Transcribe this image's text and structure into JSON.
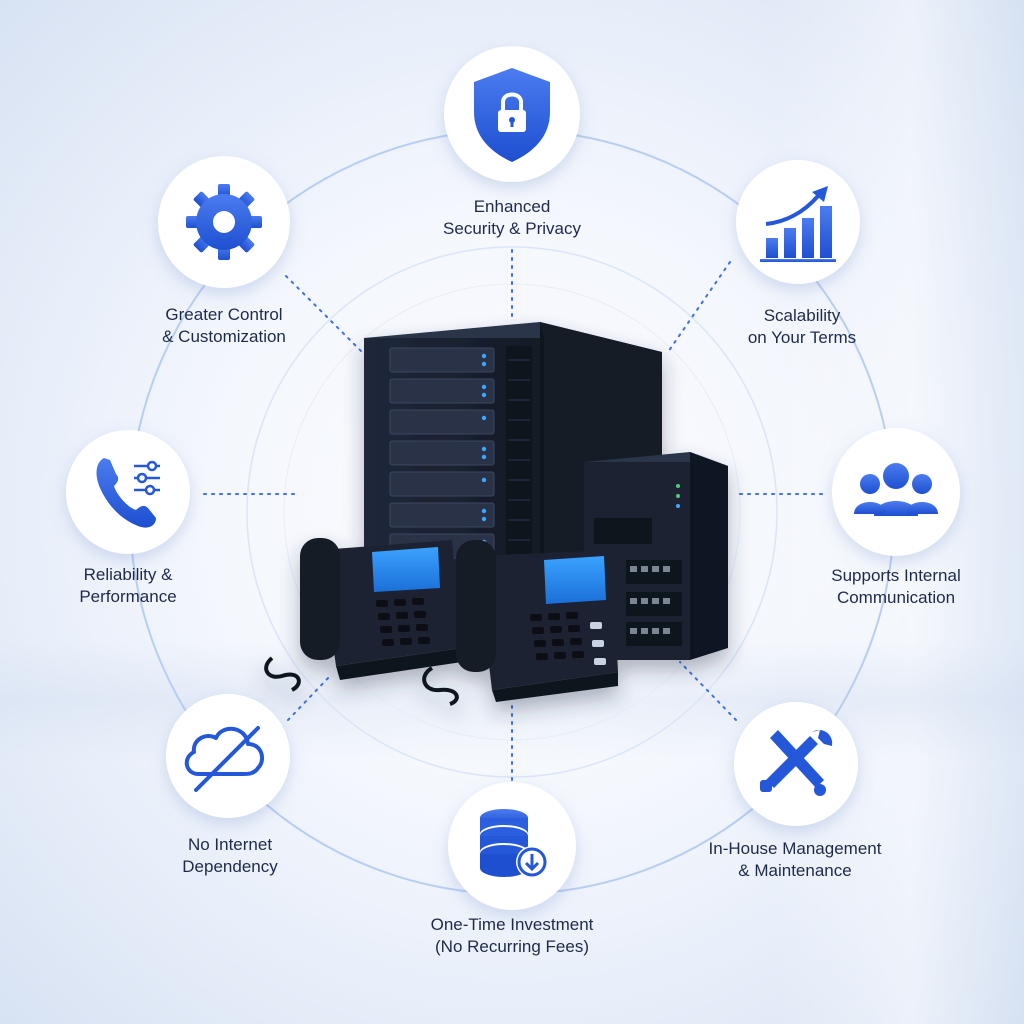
{
  "colors": {
    "accent": "#2458d8",
    "accent_light": "#4b7cf0",
    "ring": "#b8cdf2",
    "label": "#1f2a4a",
    "device": "#1a2130"
  },
  "benefits": [
    {
      "id": "security",
      "icon": "shield-lock-icon",
      "line1": "Enhanced",
      "line2": "Security & Privacy"
    },
    {
      "id": "scalability",
      "icon": "growth-chart-icon",
      "line1": "Scalability",
      "line2": "on Your Terms"
    },
    {
      "id": "internal-communication",
      "icon": "people-group-icon",
      "line1": "Supports Internal",
      "line2": "Communication"
    },
    {
      "id": "in-house-management",
      "icon": "tools-icon",
      "line1": "In-House Management",
      "line2": "& Maintenance"
    },
    {
      "id": "one-time-investment",
      "icon": "database-download-icon",
      "line1": "One-Time Investment",
      "line2": "(No Recurring Fees)"
    },
    {
      "id": "no-internet",
      "icon": "cloud-off-icon",
      "line1": "No Internet",
      "line2": "Dependency"
    },
    {
      "id": "reliability",
      "icon": "phone-settings-icon",
      "line1": "Reliability &",
      "line2": "Performance"
    },
    {
      "id": "control",
      "icon": "gear-icon",
      "line1": "Greater Control",
      "line2": "& Customization"
    }
  ]
}
